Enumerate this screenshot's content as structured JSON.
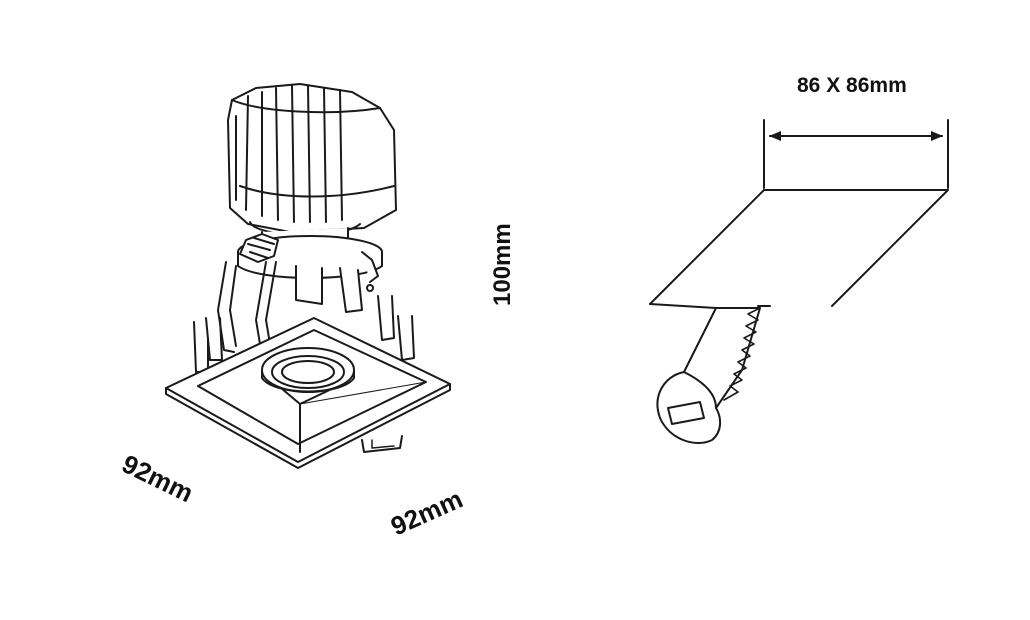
{
  "labels": {
    "height": "100mm",
    "width_left": "92mm",
    "width_right": "92mm",
    "cutout": "86 X 86mm"
  },
  "colors": {
    "stroke": "#1a1a1a",
    "text": "#111111",
    "background": "#ffffff"
  }
}
